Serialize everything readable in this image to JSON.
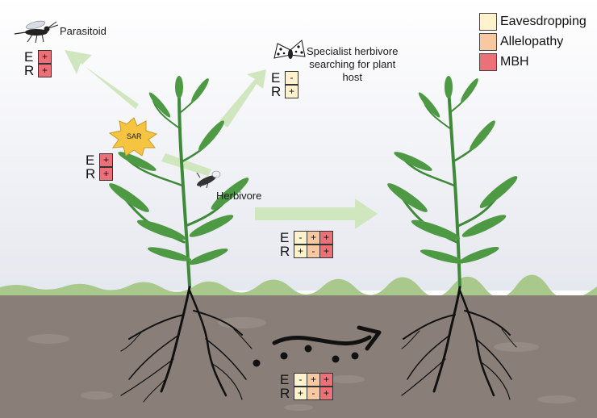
{
  "colors": {
    "eavesdropping": "#fff2cc",
    "allelopathy": "#f8c8a0",
    "mbh": "#ec7078",
    "arrow": "#cfe6bf",
    "plant": "#3f8a3a",
    "soil": "#8a7f78",
    "sky": "#eef0f6",
    "sar_burst": "#f5c542"
  },
  "legend": [
    {
      "label": "Eavesdropping",
      "color_key": "eavesdropping"
    },
    {
      "label": "Allelopathy",
      "color_key": "allelopathy"
    },
    {
      "label": "MBH",
      "color_key": "mbh"
    }
  ],
  "labels": {
    "parasitoid": "Parasitoid",
    "specialist": [
      "Specialist herbivore",
      "searching for plant",
      "host"
    ],
    "herbivore": "Herbivore",
    "sar": "SAR"
  },
  "tables": [
    {
      "id": "parasitoid",
      "rows": [
        {
          "letter": "E",
          "cells": [
            {
              "v": "+",
              "c": "mbh"
            }
          ]
        },
        {
          "letter": "R",
          "cells": [
            {
              "v": "+",
              "c": "mbh"
            }
          ]
        }
      ]
    },
    {
      "id": "specialist",
      "rows": [
        {
          "letter": "E",
          "cells": [
            {
              "v": "-",
              "c": "eavesdropping"
            }
          ]
        },
        {
          "letter": "R",
          "cells": [
            {
              "v": "+",
              "c": "eavesdropping"
            }
          ]
        }
      ]
    },
    {
      "id": "sar",
      "rows": [
        {
          "letter": "E",
          "cells": [
            {
              "v": "+",
              "c": "mbh"
            }
          ]
        },
        {
          "letter": "R",
          "cells": [
            {
              "v": "+",
              "c": "mbh"
            }
          ]
        }
      ]
    },
    {
      "id": "above",
      "rows": [
        {
          "letter": "E",
          "cells": [
            {
              "v": "-",
              "c": "eavesdropping"
            },
            {
              "v": "+",
              "c": "allelopathy"
            },
            {
              "v": "+",
              "c": "mbh"
            }
          ]
        },
        {
          "letter": "R",
          "cells": [
            {
              "v": "+",
              "c": "eavesdropping"
            },
            {
              "v": "-",
              "c": "allelopathy"
            },
            {
              "v": "+",
              "c": "mbh"
            }
          ]
        }
      ]
    },
    {
      "id": "below",
      "rows": [
        {
          "letter": "E",
          "cells": [
            {
              "v": "-",
              "c": "eavesdropping"
            },
            {
              "v": "+",
              "c": "allelopathy"
            },
            {
              "v": "+",
              "c": "mbh"
            }
          ]
        },
        {
          "letter": "R",
          "cells": [
            {
              "v": "+",
              "c": "eavesdropping"
            },
            {
              "v": "-",
              "c": "allelopathy"
            },
            {
              "v": "+",
              "c": "mbh"
            }
          ]
        }
      ]
    }
  ]
}
